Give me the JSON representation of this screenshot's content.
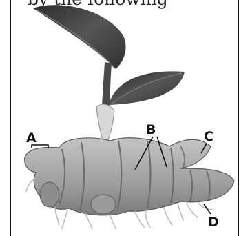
{
  "caption": "by the following",
  "labels": {
    "a": "A",
    "b": "B",
    "c": "C",
    "d": "D"
  },
  "colors": {
    "leaf": "#3f3f3f",
    "stem": "#5a5a5a",
    "rhizome": "#a8a8a8",
    "rhizome_band": "#7c7c7c",
    "root": "#cfcfcf",
    "label": "#111111"
  }
}
